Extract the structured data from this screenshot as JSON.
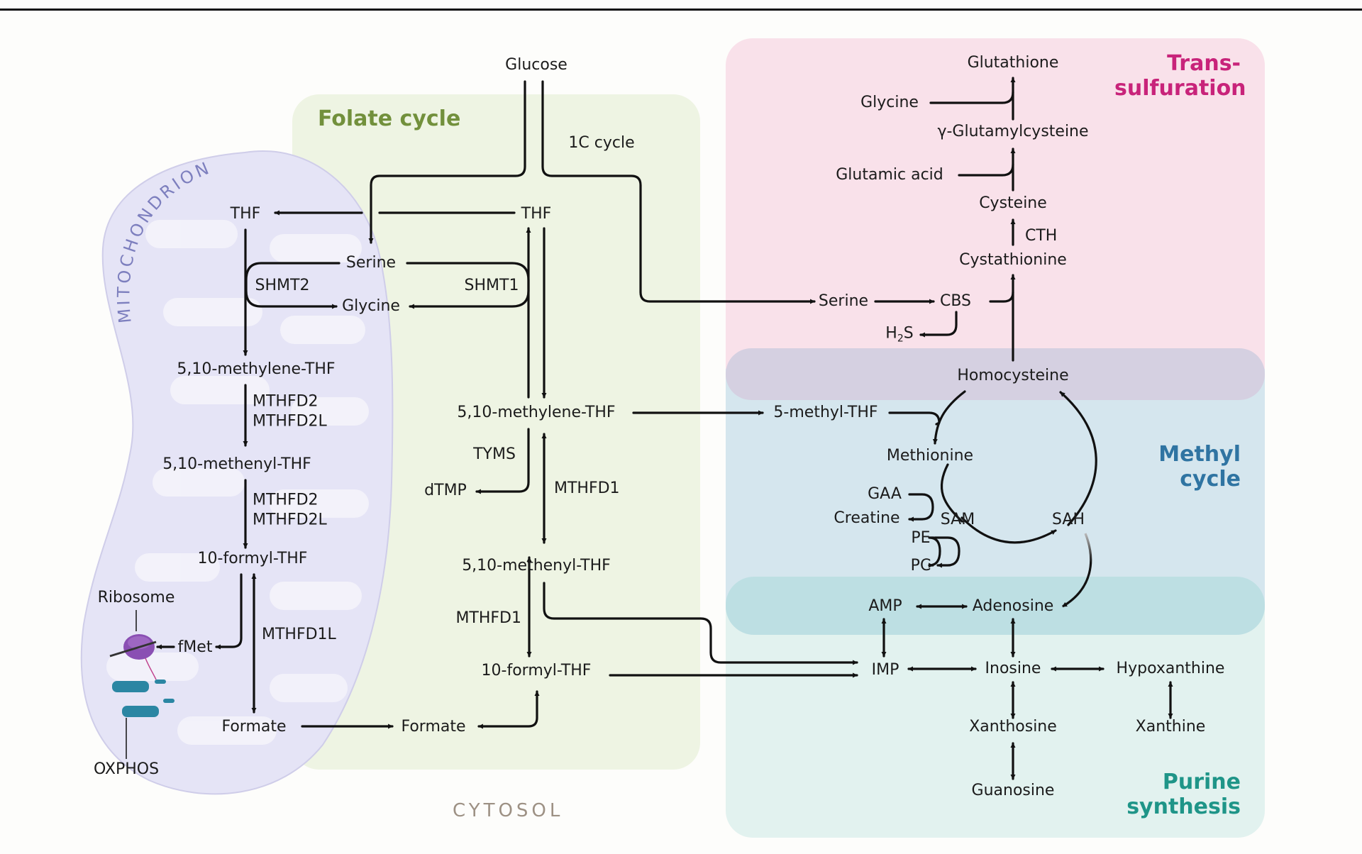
{
  "sections": {
    "folate": "Folate cycle",
    "mitochondrion": "MITOCHONDRION",
    "cytosol": "CYTOSOL",
    "transsulfuration_1": "Trans-",
    "transsulfuration_2": "sulfuration",
    "methyl_1": "Methyl",
    "methyl_2": "cycle",
    "purine_1": "Purine",
    "purine_2": "synthesis"
  },
  "labels": {
    "glucose": "Glucose",
    "one_c_cycle": "1C cycle",
    "mito_thf": "THF",
    "cyto_thf": "THF",
    "serine_center": "Serine",
    "glycine_center": "Glycine",
    "shmt2": "SHMT2",
    "shmt1": "SHMT1",
    "mito_methylene": "5,10-methylene-THF",
    "mito_mthfd2_a": "MTHFD2",
    "mito_mthfd2l_a": "MTHFD2L",
    "mito_methenyl": "5,10-methenyl-THF",
    "mito_mthfd2_b": "MTHFD2",
    "mito_mthfd2l_b": "MTHFD2L",
    "mito_formyl": "10-formyl-THF",
    "mthfd1l": "MTHFD1L",
    "ribosome": "Ribosome",
    "fmet": "fMet",
    "oxphos": "OXPHOS",
    "mito_formate": "Formate",
    "cyto_formate": "Formate",
    "cyto_methylene": "5,10-methylene-THF",
    "tyms": "TYMS",
    "dtmp": "dTMP",
    "mthfd1_a": "MTHFD1",
    "cyto_methenyl": "5,10-methenyl-THF",
    "mthfd1_b": "MTHFD1",
    "cyto_formyl": "10-formyl-THF",
    "glutathione": "Glutathione",
    "glycine_right": "Glycine",
    "glutamylcysteine": "γ-Glutamylcysteine",
    "glutamic_acid": "Glutamic acid",
    "cysteine": "Cysteine",
    "cth": "CTH",
    "cystathionine": "Cystathionine",
    "serine_right": "Serine",
    "cbs": "CBS",
    "h2s_h": "H",
    "h2s_sub": "2",
    "h2s_s": "S",
    "homocysteine": "Homocysteine",
    "five_methyl_thf": "5-methyl-THF",
    "methionine": "Methionine",
    "gaa": "GAA",
    "creatine": "Creatine",
    "sam": "SAM",
    "sah": "SAH",
    "pe": "PE",
    "pc": "PC",
    "amp": "AMP",
    "adenosine": "Adenosine",
    "imp": "IMP",
    "inosine": "Inosine",
    "hypoxanthine": "Hypoxanthine",
    "xanthosine": "Xanthosine",
    "xanthine": "Xanthine",
    "guanosine": "Guanosine"
  },
  "colors": {
    "folate_bg": "#eef4e3",
    "folate_title": "#72903c",
    "mito_fill": "#e5e4f6",
    "mito_title": "#7d7fbe",
    "trans_bg": "#f9e1ea",
    "trans_title": "#c8237a",
    "methyl_bg": "#d5e6ee",
    "methyl_title": "#2f74a2",
    "purine_bg": "#e2f2ef",
    "purine_title": "#1f9588",
    "homocysteine_band": "#d5d0e1",
    "adenosine_band": "#bddfe3",
    "cytosol_title": "#9d9184",
    "ribosome": "#8a4fb3",
    "trna": "#2b86a3"
  }
}
